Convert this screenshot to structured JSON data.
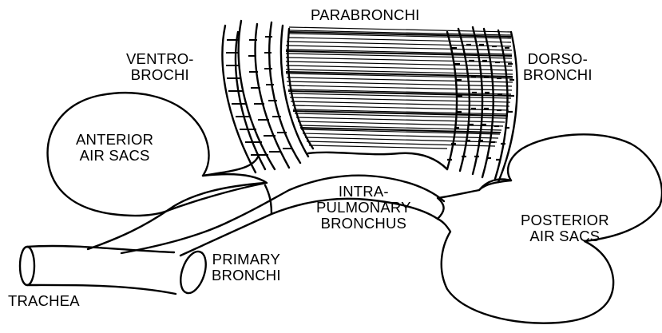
{
  "labels": {
    "parabronchi": [
      "PARABRONCHI"
    ],
    "ventrobronchi": [
      "VENTRO-",
      "BROCHI"
    ],
    "dorsobronchi": [
      "DORSO-",
      "BRONCHI"
    ],
    "anterior_air_sacs": [
      "ANTERIOR",
      "AIR SACS"
    ],
    "intrapulmonary_bronchus": [
      "INTRA-",
      "PULMONARY",
      "BRONCHUS"
    ],
    "posterior_air_sacs": [
      "POSTERIOR",
      "AIR SACS"
    ],
    "primary_bronchi": [
      "PRIMARY",
      "BRONCHI"
    ],
    "trachea": [
      "TRACHEA"
    ]
  },
  "colors": {
    "stroke": "#000000",
    "background": "#ffffff"
  }
}
